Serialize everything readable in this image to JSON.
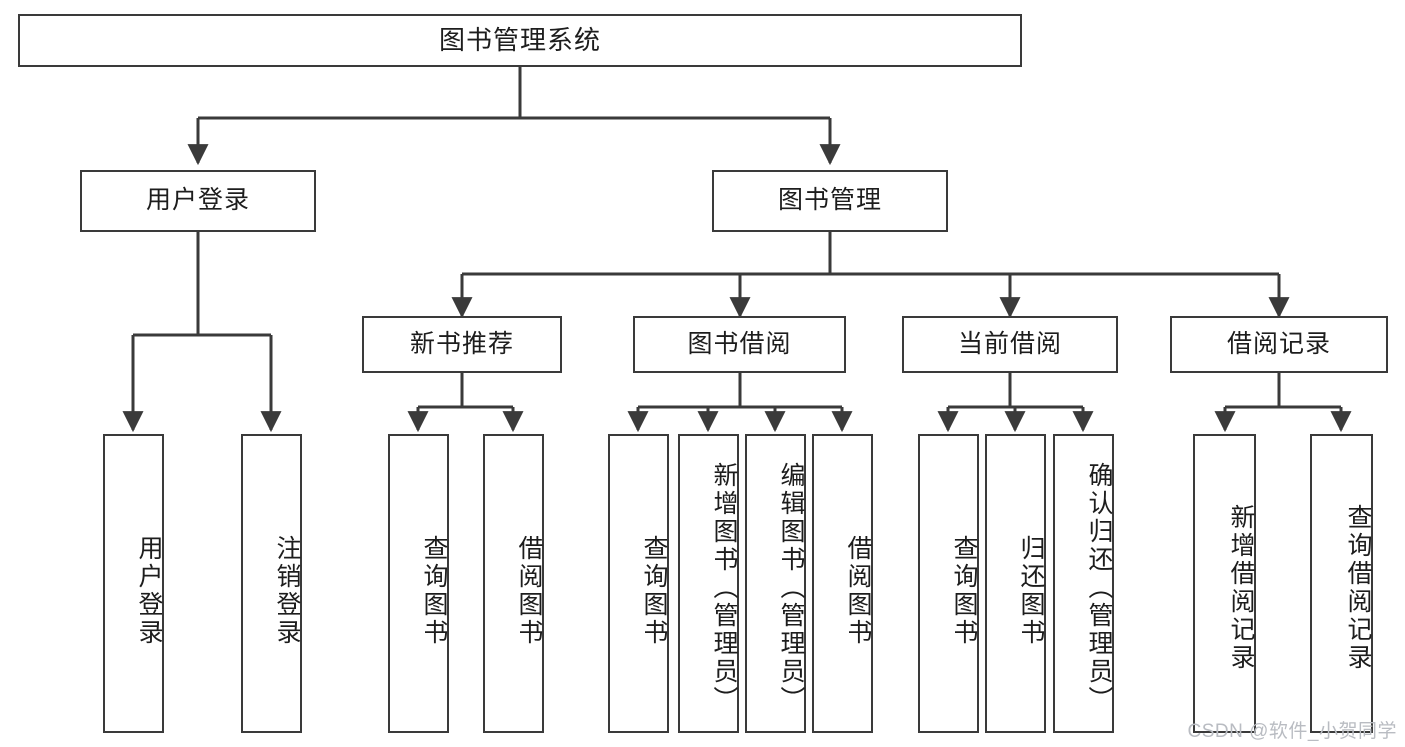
{
  "diagram": {
    "title": "图书管理系统",
    "type": "function-tree",
    "root": {
      "id": "root",
      "label": "图书管理系统",
      "orientation": "horizontal"
    },
    "level2": [
      {
        "id": "user-login",
        "label": "用户登录",
        "orientation": "horizontal"
      },
      {
        "id": "book-manage",
        "label": "图书管理",
        "orientation": "horizontal"
      }
    ],
    "level3": [
      {
        "id": "new-book-recommend",
        "label": "新书推荐",
        "orientation": "horizontal",
        "parent": "book-manage"
      },
      {
        "id": "book-borrow",
        "label": "图书借阅",
        "orientation": "horizontal",
        "parent": "book-manage"
      },
      {
        "id": "current-borrow",
        "label": "当前借阅",
        "orientation": "horizontal",
        "parent": "book-manage"
      },
      {
        "id": "borrow-record",
        "label": "借阅记录",
        "orientation": "horizontal",
        "parent": "book-manage"
      }
    ],
    "leaves": [
      {
        "id": "leaf-user-login",
        "label": "用户登录",
        "orientation": "vertical",
        "parent": "user-login"
      },
      {
        "id": "leaf-logout-login",
        "label": "注销登录",
        "orientation": "vertical",
        "parent": "user-login"
      },
      {
        "id": "leaf-query-book-1",
        "label": "查询图书",
        "orientation": "vertical",
        "parent": "new-book-recommend"
      },
      {
        "id": "leaf-borrow-book-1",
        "label": "借阅图书",
        "orientation": "vertical",
        "parent": "new-book-recommend"
      },
      {
        "id": "leaf-query-book-2",
        "label": "查询图书",
        "orientation": "vertical",
        "parent": "book-borrow"
      },
      {
        "id": "leaf-add-book",
        "label": "新增图书（管理员）",
        "orientation": "vertical",
        "parent": "book-borrow"
      },
      {
        "id": "leaf-edit-book",
        "label": "编辑图书（管理员）",
        "orientation": "vertical",
        "parent": "book-borrow"
      },
      {
        "id": "leaf-borrow-book-2",
        "label": "借阅图书",
        "orientation": "vertical",
        "parent": "book-borrow"
      },
      {
        "id": "leaf-query-book-3",
        "label": "查询图书",
        "orientation": "vertical",
        "parent": "current-borrow"
      },
      {
        "id": "leaf-return-book",
        "label": "归还图书",
        "orientation": "vertical",
        "parent": "current-borrow"
      },
      {
        "id": "leaf-confirm-return",
        "label": "确认归还（管理员）",
        "orientation": "vertical",
        "parent": "current-borrow"
      },
      {
        "id": "leaf-add-record",
        "label": "新增借阅记录",
        "orientation": "vertical",
        "parent": "borrow-record"
      },
      {
        "id": "leaf-query-record",
        "label": "查询借阅记录",
        "orientation": "vertical",
        "parent": "borrow-record"
      }
    ]
  },
  "watermark": {
    "text": "CSDN @软件_小贺同学"
  },
  "colors": {
    "background": "#ffffff",
    "box_border": "#3a3a3a",
    "edge": "#3a3a3a",
    "text": "#1d1d1d",
    "watermark": "#b9bcc2"
  }
}
